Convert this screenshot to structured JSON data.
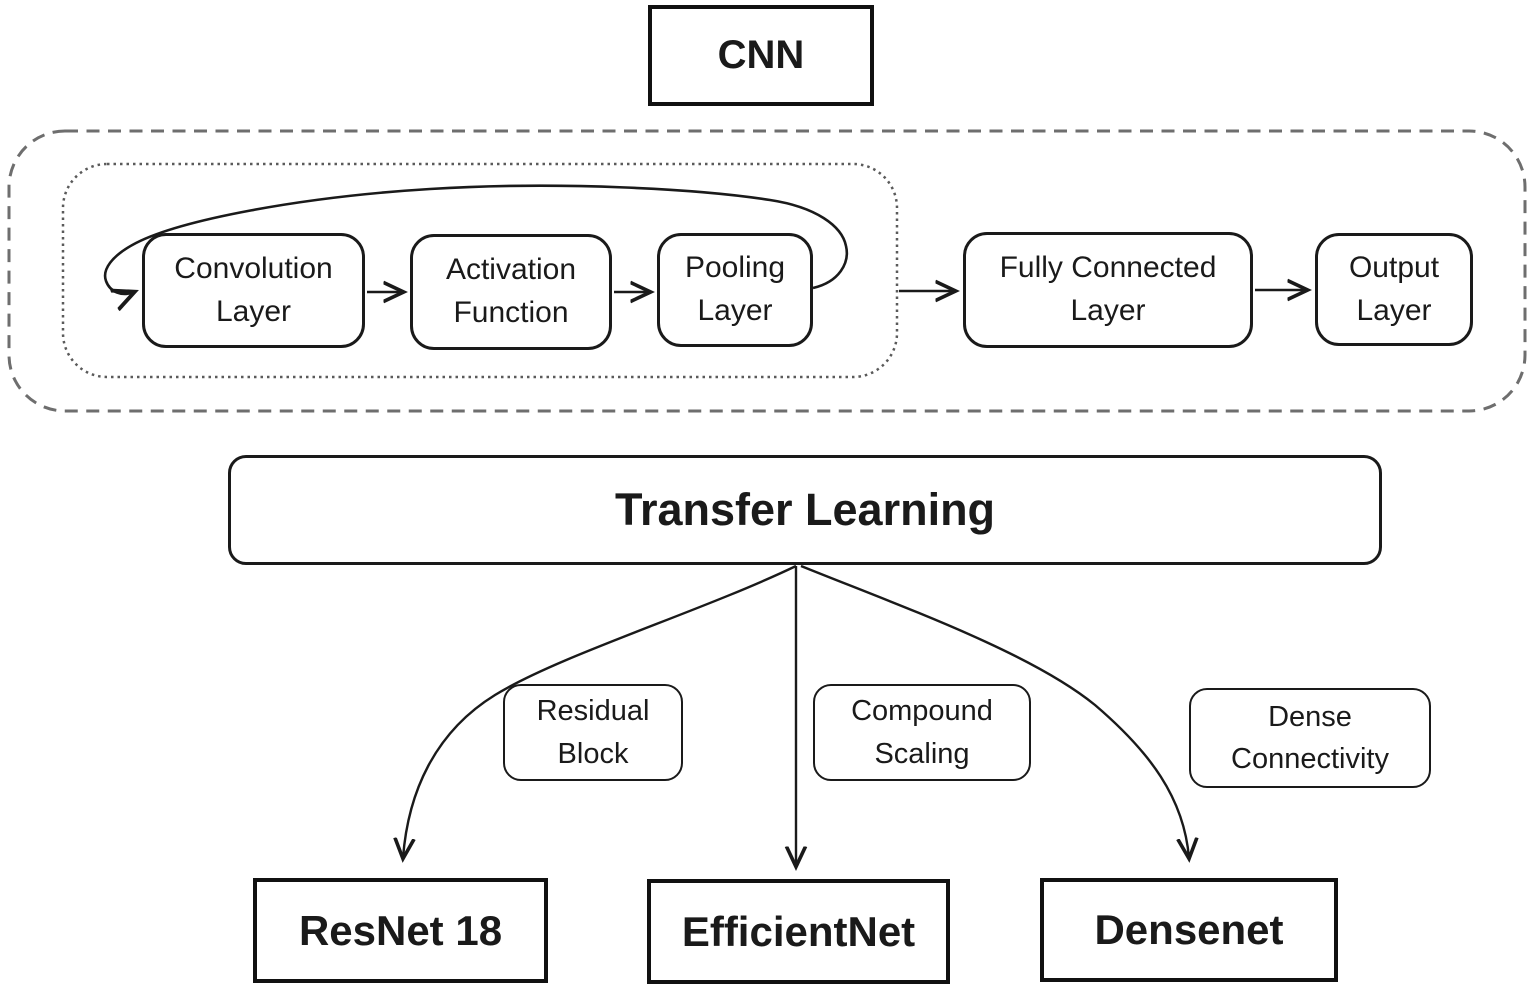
{
  "colors": {
    "background": "#ffffff",
    "line": "#1a1a1a",
    "dashed_container_border": "#6e6e6e",
    "dotted_container_border": "#5a5a5a",
    "text": "#1a1a1a"
  },
  "cnn": {
    "title": "CNN",
    "blocks": {
      "convolution": "Convolution\nLayer",
      "activation": "Activation\nFunction",
      "pooling": "Pooling\nLayer",
      "fully_connected": "Fully Connected\nLayer",
      "output": "Output\nLayer"
    },
    "flow": [
      "Convolution Layer -> Activation Function",
      "Activation Function -> Pooling Layer",
      "Pooling Layer -> Convolution Layer (feedback loop)",
      "feature-extraction block -> Fully Connected Layer",
      "Fully Connected Layer -> Output Layer"
    ]
  },
  "transfer_learning": {
    "title": "Transfer Learning",
    "branches": [
      {
        "technique": "Residual\nBlock",
        "model": "ResNet 18"
      },
      {
        "technique": "Compound\nScaling",
        "model": "EfficientNet"
      },
      {
        "technique": "Dense\nConnectivity",
        "model": "Densenet"
      }
    ]
  }
}
